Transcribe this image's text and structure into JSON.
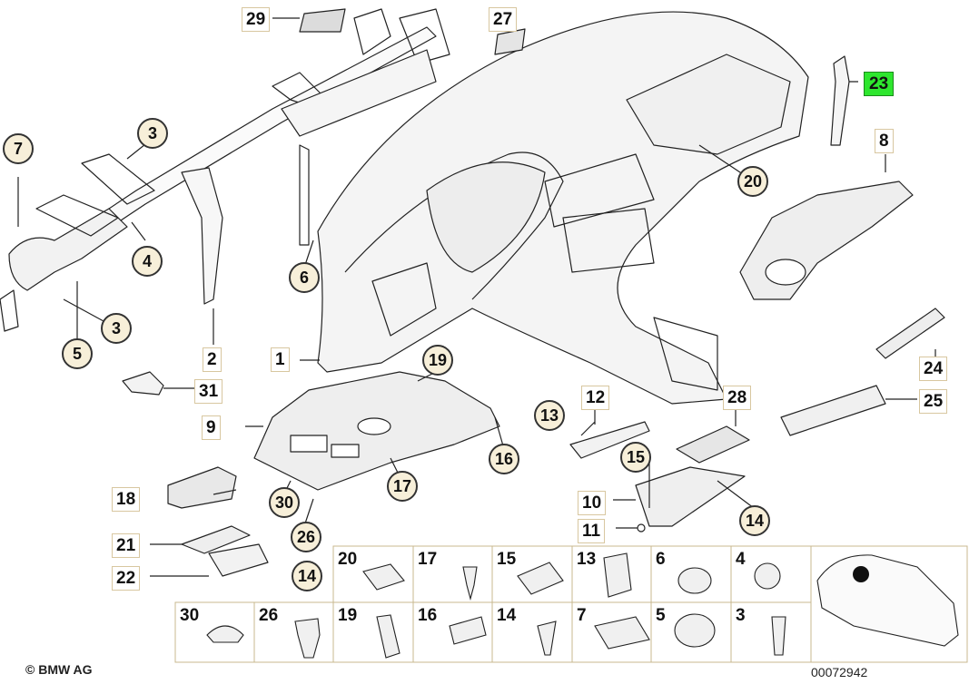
{
  "callouts": {
    "c1": "1",
    "c2": "2",
    "c3a": "3",
    "c3b": "3",
    "c4": "4",
    "c5": "5",
    "c6": "6",
    "c7": "7",
    "c8": "8",
    "c9": "9",
    "c11": "11",
    "c12": "12",
    "c13": "13",
    "c14a": "14",
    "c14b": "14",
    "c15": "15",
    "c16": "16",
    "c17": "17",
    "c18": "18",
    "c19": "19",
    "c20": "20",
    "c21": "21",
    "c22": "22",
    "c23": "23",
    "c24": "24",
    "c25": "25",
    "c26": "26",
    "c27": "27",
    "c28": "28",
    "c29": "29",
    "c30": "30",
    "c31": "31",
    "c10": "10"
  },
  "hardware_grid": {
    "row1": [
      "20",
      "17",
      "15",
      "13",
      "6",
      "4"
    ],
    "row2": [
      "30",
      "26",
      "19",
      "16",
      "14",
      "7",
      "5",
      "3"
    ]
  },
  "footer": {
    "copyright": "© BMW AG",
    "diagram_number": "00072942"
  },
  "colors": {
    "highlight": "#2ee62e",
    "callout_fill": "#f7efd9",
    "box_border": "#d8c7a0",
    "line": "#222222"
  }
}
